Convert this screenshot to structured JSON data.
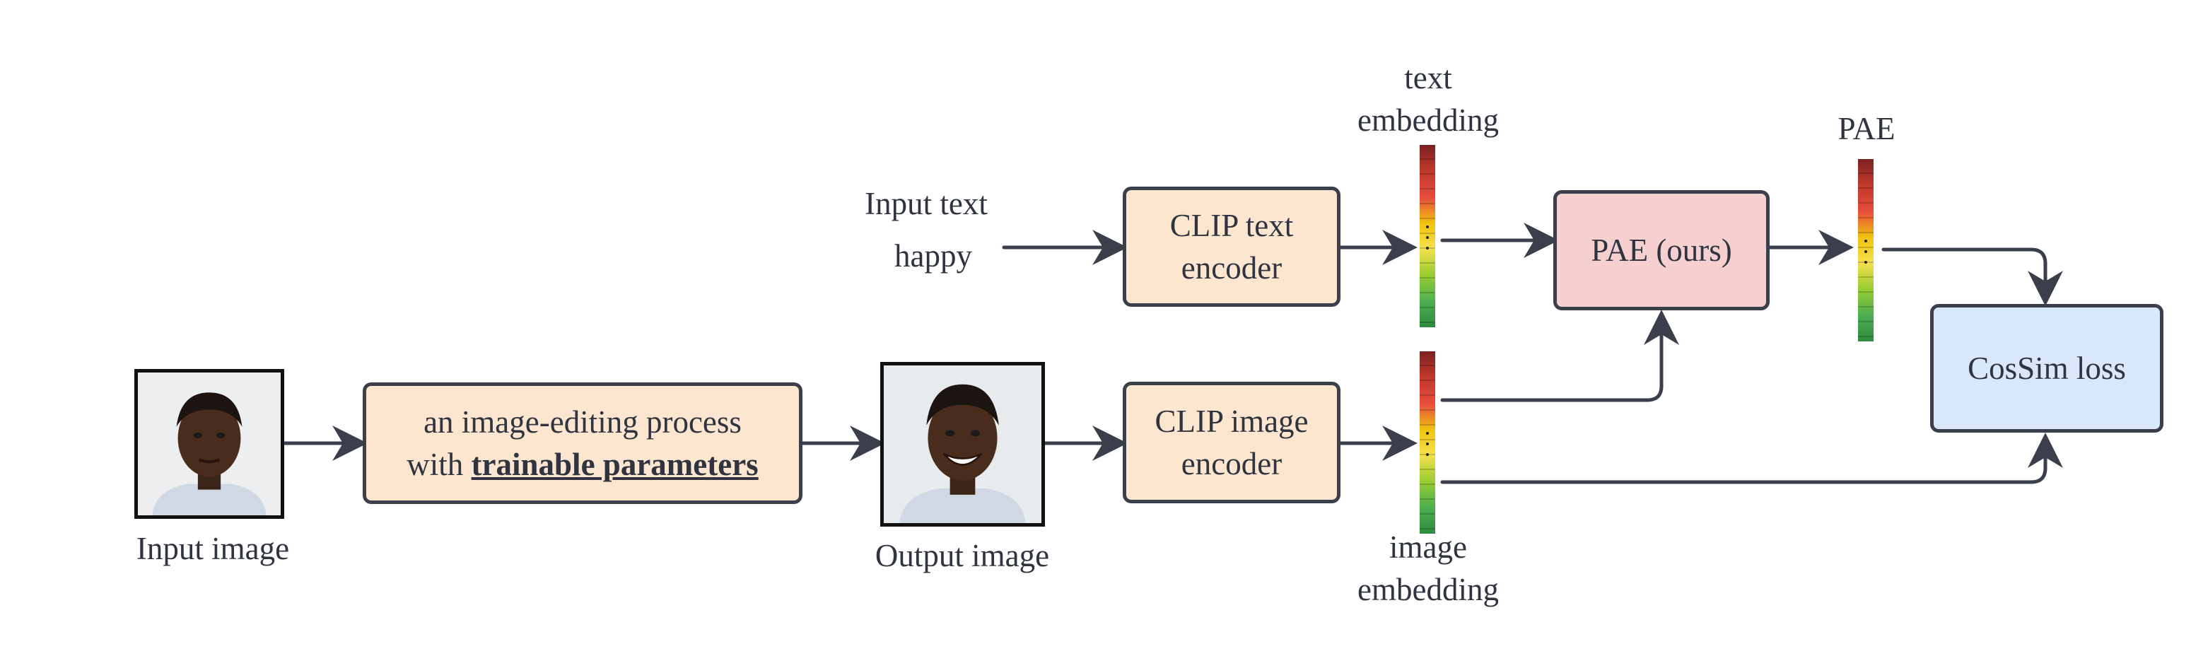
{
  "input_image": {
    "caption": "Input image"
  },
  "output_image": {
    "caption": "Output image"
  },
  "editing_process": {
    "line1": "an image-editing process",
    "line2_prefix": "with ",
    "line2_emphasis": "trainable parameters"
  },
  "input_text": {
    "title": "Input text",
    "value": "happy"
  },
  "clip_text_encoder": {
    "line1": "CLIP text",
    "line2": "encoder"
  },
  "clip_image_encoder": {
    "line1": "CLIP image",
    "line2": "encoder"
  },
  "text_embedding": {
    "line1": "text",
    "line2": "embedding"
  },
  "image_embedding": {
    "line1": "image",
    "line2": "embedding"
  },
  "pae": {
    "box_label": "PAE (ours)",
    "vector_label": "PAE"
  },
  "cossim_loss": {
    "label": "CosSim loss"
  },
  "colors": {
    "stroke": "#3a3f4b",
    "encoder_fill": "#fde6cf",
    "pae_fill": "#f6cfcf",
    "loss_fill": "#d9e7fb",
    "embedding_gradient": [
      "#7a2020",
      "#c0392b",
      "#e74c3c",
      "#f1c40f",
      "#f4e04d",
      "#9acd32",
      "#4caf50",
      "#2e8b3e"
    ]
  }
}
